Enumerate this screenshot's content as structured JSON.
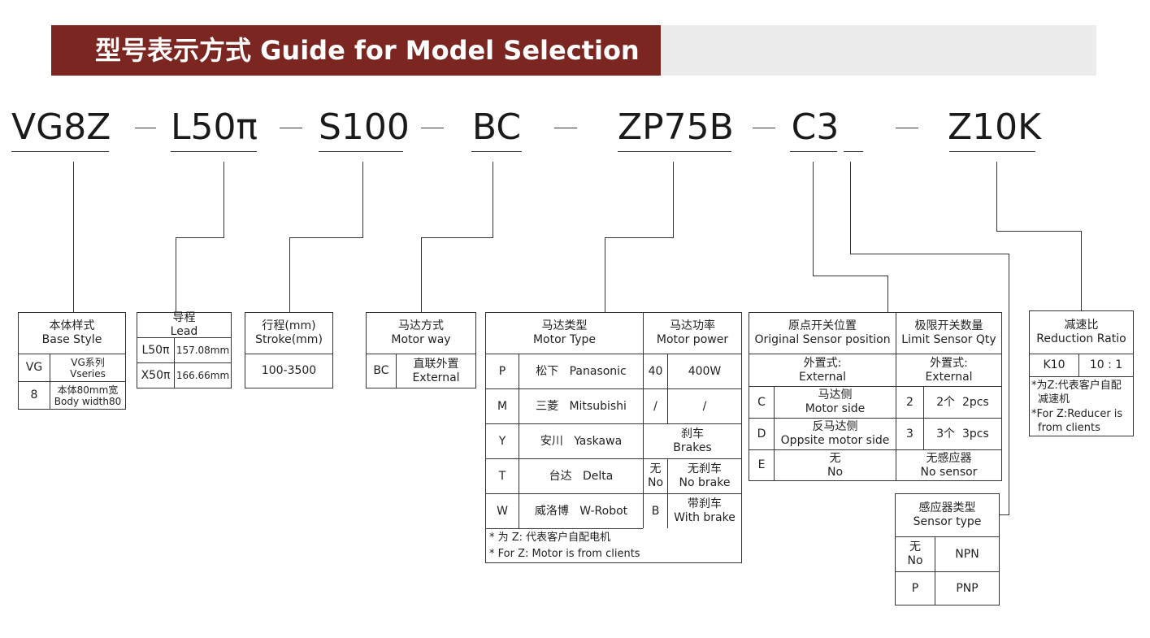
{
  "banner": {
    "title": "型号表示方式  Guide for Model Selection"
  },
  "codes": [
    "VG8Z",
    "L50π",
    "S100",
    "BC",
    "ZP75B",
    "C3",
    "Z10K"
  ],
  "base_style": {
    "header_cn": "本体样式",
    "header_en": "Base Style",
    "rows": [
      {
        "code": "VG",
        "cn": "VG系列",
        "en": "Vseries"
      },
      {
        "code": "8",
        "cn": "本体80mm宽",
        "en": "Body width80"
      }
    ]
  },
  "lead": {
    "header_cn": "导程",
    "header_en": "Lead",
    "rows": [
      {
        "code": "L50π",
        "value": "157.08mm"
      },
      {
        "code": "X50π",
        "value": "166.66mm"
      }
    ]
  },
  "stroke": {
    "header": "行程(mm)",
    "header_en": "Stroke(mm)",
    "value": "100-3500"
  },
  "motor_way": {
    "header_cn": "马达方式",
    "header_en": "Motor way",
    "rows": [
      {
        "code": "BC",
        "cn": "直联外置",
        "en": "External"
      }
    ]
  },
  "motor_type": {
    "header_cn": "马达类型",
    "header_en": "Motor Type",
    "rows": [
      {
        "code": "P",
        "cn": "松下",
        "en": "Panasonic"
      },
      {
        "code": "M",
        "cn": "三菱",
        "en": "Mitsubishi"
      },
      {
        "code": "Y",
        "cn": "安川",
        "en": "Yaskawa"
      },
      {
        "code": "T",
        "cn": "台达",
        "en": "Delta"
      },
      {
        "code": "W",
        "cn": "威洛博",
        "en": "W-Robot"
      }
    ],
    "note_cn": "* 为 Z: 代表客户自配电机",
    "note_en": "* For Z: Motor is from clients"
  },
  "motor_power": {
    "header_cn": "马达功率",
    "header_en": "Motor power",
    "rows": [
      {
        "code": "40",
        "value": "400W"
      },
      {
        "code": "/",
        "value": "/"
      }
    ],
    "brakes_cn": "刹车",
    "brakes_en": "Brakes",
    "brake_rows": [
      {
        "code_cn": "无",
        "code_en": "No",
        "cn": "无刹车",
        "en": "No brake"
      },
      {
        "code": "B",
        "cn": "带刹车",
        "en": "With brake"
      }
    ]
  },
  "original_sensor": {
    "header_cn": "原点开关位置",
    "header_en": "Original Sensor position",
    "sub_cn": "外置式:",
    "sub_en": "External",
    "rows": [
      {
        "code": "C",
        "cn": "马达侧",
        "en": "Motor side"
      },
      {
        "code": "D",
        "cn": "反马达侧",
        "en": "Oppsite motor side"
      },
      {
        "code": "E",
        "cn": "无",
        "en": "No"
      }
    ]
  },
  "limit_sensor": {
    "header_cn": "极限开关数量",
    "header_en": "Limit Sensor Qty",
    "sub_cn": "外置式:",
    "sub_en": "External",
    "rows": [
      {
        "code": "2",
        "cn": "2个",
        "en": "2pcs"
      },
      {
        "code": "3",
        "cn": "3个",
        "en": "3pcs"
      }
    ],
    "none_cn": "无感应器",
    "none_en": "No sensor"
  },
  "sensor_type": {
    "header_cn": "感应器类型",
    "header_en": "Sensor type",
    "rows": [
      {
        "code_cn": "无",
        "code_en": "No",
        "value": "NPN"
      },
      {
        "code": "P",
        "value": "PNP"
      }
    ]
  },
  "reduction": {
    "header_cn": "减速比",
    "header_en": "Reduction Ratio",
    "rows": [
      {
        "code": "K10",
        "value": "10 : 1"
      }
    ],
    "note_cn_1": "*为Z:代表客户自配",
    "note_cn_2": "减速机",
    "note_en_1": "*For Z:Reducer is",
    "note_en_2": "from clients"
  }
}
